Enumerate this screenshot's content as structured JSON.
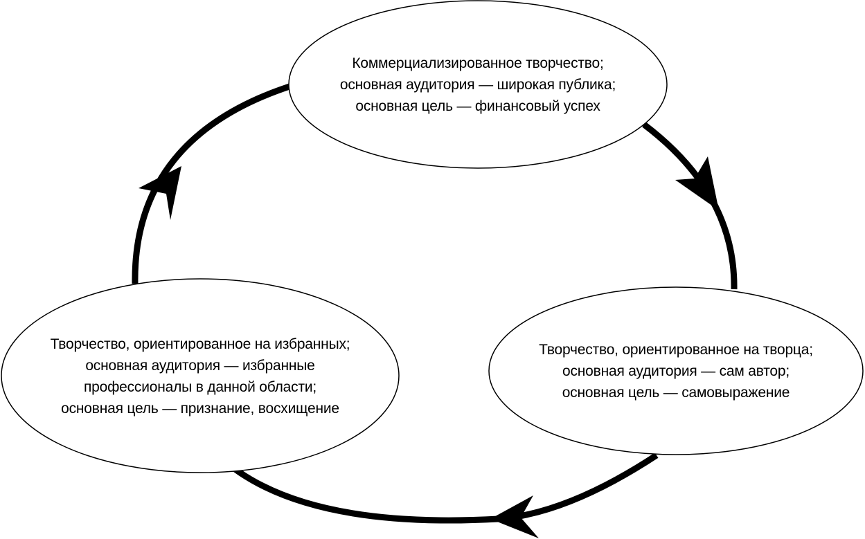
{
  "nodes": {
    "top": {
      "lines": [
        "Коммерциализированное творчество;",
        "основная аудитория — широкая публика;",
        "основная цель — финансовый успех"
      ]
    },
    "right": {
      "lines": [
        "Творчество, ориентированное на творца;",
        "основная аудитория — сам автор;",
        "основная цель — самовыражение"
      ]
    },
    "left": {
      "lines": [
        "Творчество, ориентированное на избранных;",
        "основная аудитория — избранные",
        "профессионалы в данной области;",
        "основная цель — признание, восхищение"
      ]
    }
  },
  "colors": {
    "stroke": "#000000",
    "fill": "#ffffff",
    "background": "#ffffff"
  }
}
